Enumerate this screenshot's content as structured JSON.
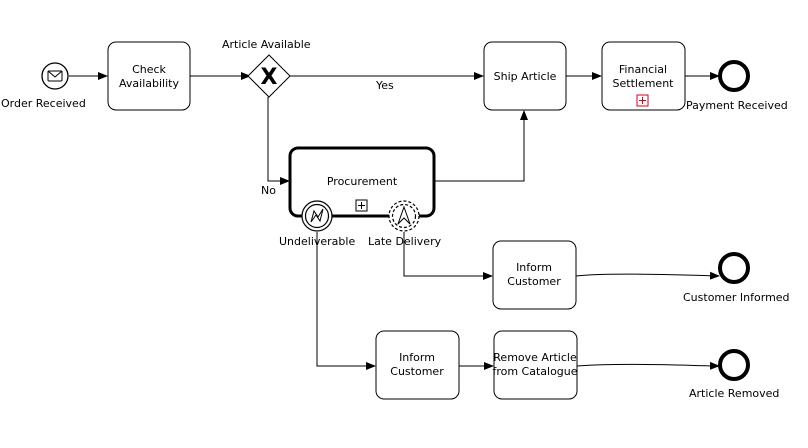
{
  "diagram": {
    "events": {
      "start": {
        "label": "Order Received",
        "icon": "envelope-icon"
      },
      "end_payment": {
        "label": "Payment Received"
      },
      "end_customer": {
        "label": "Customer Informed"
      },
      "end_removed": {
        "label": "Article Removed"
      }
    },
    "gateway": {
      "label": "Article Available",
      "marker": "X"
    },
    "tasks": {
      "check": {
        "line1": "Check",
        "line2": "Availability"
      },
      "ship": {
        "label": "Ship Article"
      },
      "financial": {
        "line1": "Financial",
        "line2": "Settlement"
      },
      "procurement": {
        "label": "Procurement"
      },
      "inform_late": {
        "line1": "Inform",
        "line2": "Customer"
      },
      "inform_undeliv": {
        "line1": "Inform",
        "line2": "Customer"
      },
      "remove": {
        "line1": "Remove Article",
        "line2": "from Catalogue"
      }
    },
    "boundary_events": {
      "undeliverable": {
        "label": "Undeliverable",
        "icon": "error-icon"
      },
      "late_delivery": {
        "label": "Late Delivery",
        "icon": "escalation-icon"
      }
    },
    "flows": {
      "yes": "Yes",
      "no": "No"
    },
    "colors": {
      "stroke": "#000000",
      "marker_red": "#d0021b"
    }
  }
}
